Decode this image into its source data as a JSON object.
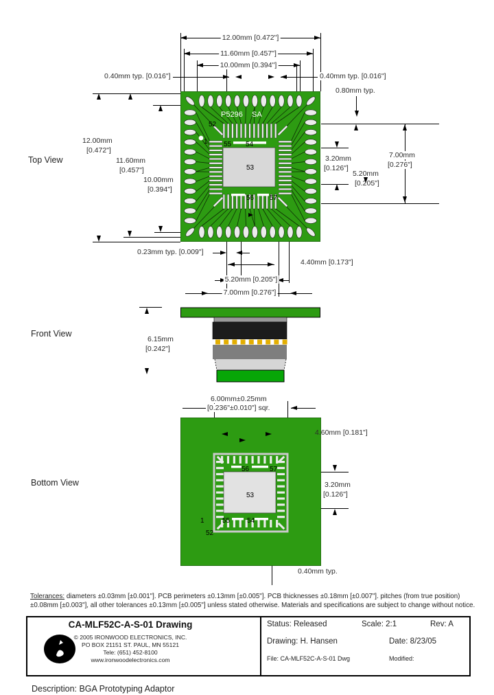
{
  "views": {
    "top_label": "Top View",
    "front_label": "Front View",
    "bottom_label": "Bottom View"
  },
  "board": {
    "silkscreen_part": "P5296",
    "silkscreen_rev": "SA",
    "pin1": "1",
    "pin52": "52",
    "pin53": "53",
    "pin54": "54",
    "pin55": "55",
    "pin56": "56",
    "pin57": "57"
  },
  "dims": {
    "w12": "12.00mm  [0.472\"]",
    "w116": "11.60mm  [0.457\"]",
    "w10": "10.00mm  [0.394\"]",
    "pad040": "0.40mm typ.  [0.016\"]",
    "pitch080": "0.80mm typ.",
    "h12a": "12.00mm",
    "h12b": "[0.472\"]",
    "h116a": "11.60mm",
    "h116b": "[0.457\"]",
    "h10a": "10.00mm",
    "h10b": "[0.394\"]",
    "r32a": "3.20mm",
    "r32b": "[0.126\"]",
    "r52a": "5.20mm",
    "r52b": "[0.205\"]",
    "r70a": "7.00mm",
    "r70b": "[0.276\"]",
    "gap023": "0.23mm typ.  [0.009\"]",
    "b44": "4.40mm  [0.173\"]",
    "b52": "5.20mm  [0.205\"]",
    "b70": "7.00mm  [0.276\"]",
    "fha": "6.15mm",
    "fhb": "[0.242\"]",
    "sq6a": "6.00mm±0.25mm",
    "sq6b": "[0.236\"±0.010\"] sqr.",
    "bv46": "4.60mm  [0.181\"]",
    "bv32a": "3.20mm",
    "bv32b": "[0.126\"]",
    "bv040": "0.40mm typ."
  },
  "tolerances": {
    "label": "Tolerances:",
    "line1": "diameters ±0.03mm [±0.001\"]. PCB perimeters ±0.13mm [±0.005\"]. PCB thicknesses ±0.18mm [±0.007\"]. pitches (from true position)",
    "line2": "±0.08mm [±0.003\"], all other tolerances ±0.13mm [±0.005\"] unless stated otherwise.  Materials and specifications are subject to change without notice."
  },
  "titleblock": {
    "title": "CA-MLF52C-A-S-01 Drawing",
    "copyright": "© 2005 IRONWOOD ELECTRONICS, INC.",
    "address": "PO BOX 21151 ST. PAUL, MN  55121",
    "phone": "Tele: (651) 452-8100",
    "website": "www.ironwoodelectronics.com",
    "status": "Status: Released",
    "scale": "Scale: 2:1",
    "rev": "Rev: A",
    "drawing": "Drawing: H. Hansen",
    "date": "Date: 8/23/05",
    "file": "File: CA-MLF52C-A-S-01 Dwg",
    "modified": "Modified:"
  },
  "description": "Description:  BGA Prototyping Adaptor",
  "colors": {
    "board_green": "#2D9B12",
    "bright_green": "#07A607",
    "pad": "#ECECEC",
    "chip_gray": "#D8D8D8",
    "bottom_chip_gray": "#E2E2E2",
    "socket_black": "#1C1C1C",
    "socket_gray": "#7E7E7E",
    "socket_lightgray": "#D6D6D6",
    "pin_gold": "#E3AE00",
    "inner_border": "#C9C9C9"
  }
}
